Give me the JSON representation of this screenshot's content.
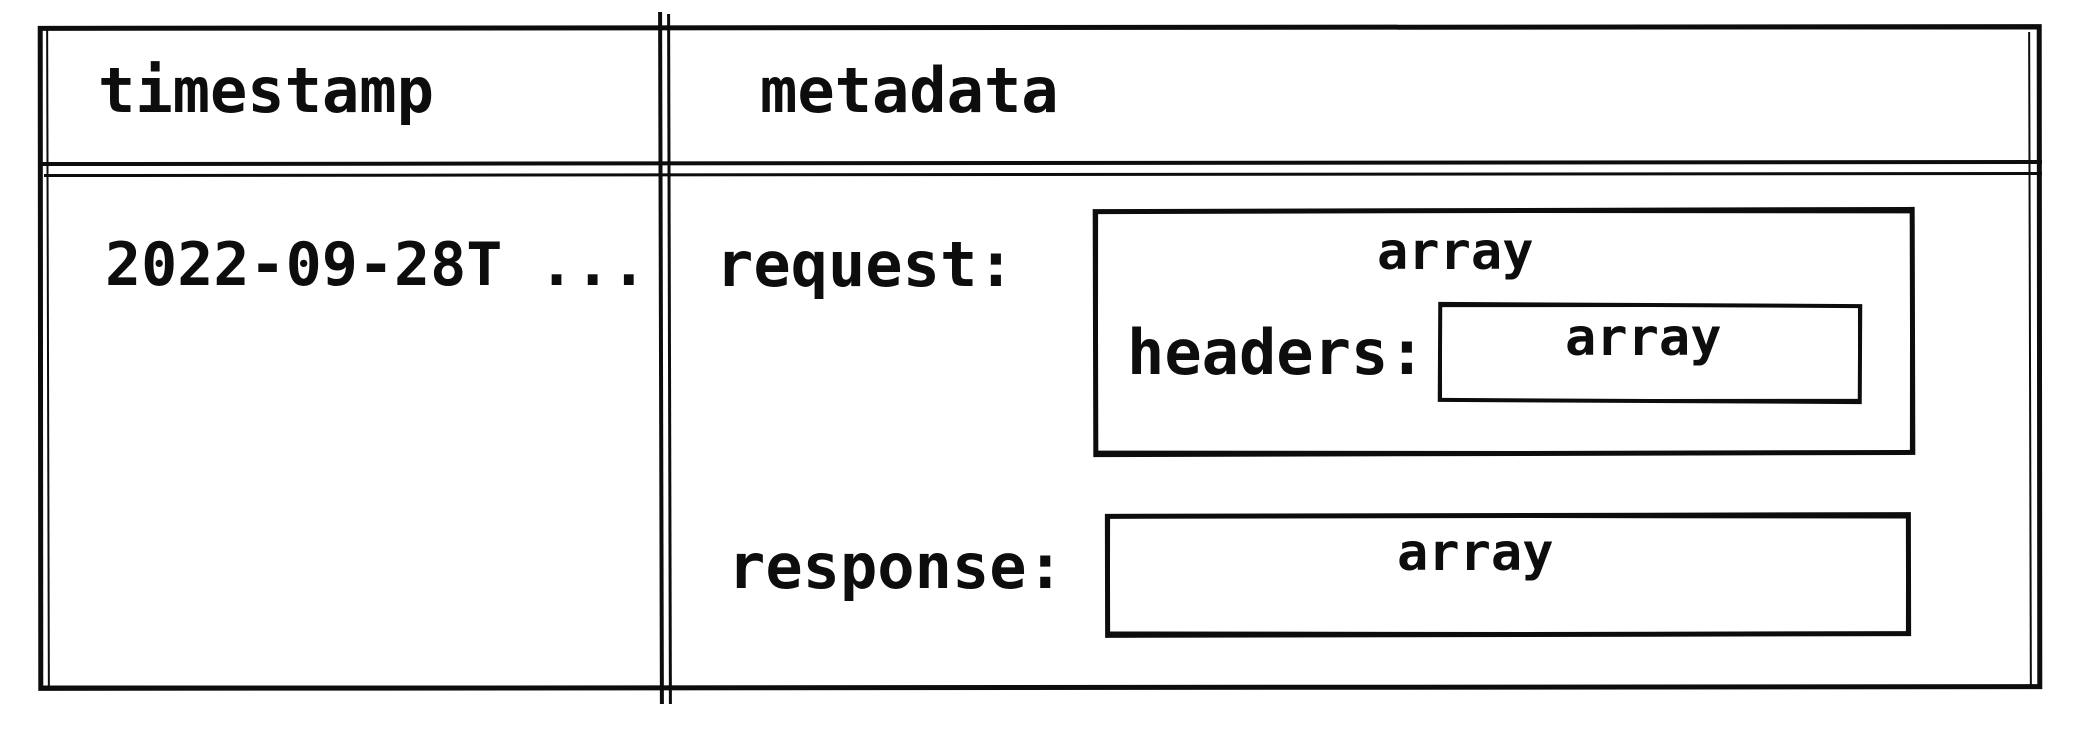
{
  "table": {
    "headers": [
      {
        "label": "timestamp"
      },
      {
        "label": "metadata"
      }
    ],
    "rows": [
      {
        "timestamp": "2022-09-28T ...",
        "metadata": {
          "request": {
            "label": "request:",
            "type": "array",
            "headers": {
              "label": "headers:",
              "type": "array"
            }
          },
          "response": {
            "label": "response:",
            "type": "array"
          }
        }
      }
    ]
  },
  "colors": {
    "ink": "#0d0d0d",
    "background": "#ffffff"
  }
}
